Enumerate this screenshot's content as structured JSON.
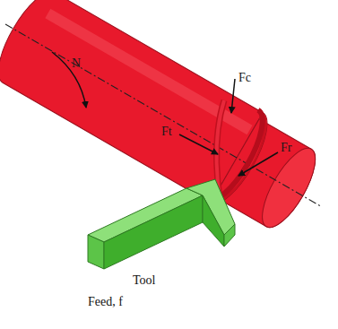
{
  "diagram": {
    "labels": [
      "N",
      "Fc",
      "Ft",
      "Fr",
      "Tool",
      "Feed, f"
    ]
  }
}
